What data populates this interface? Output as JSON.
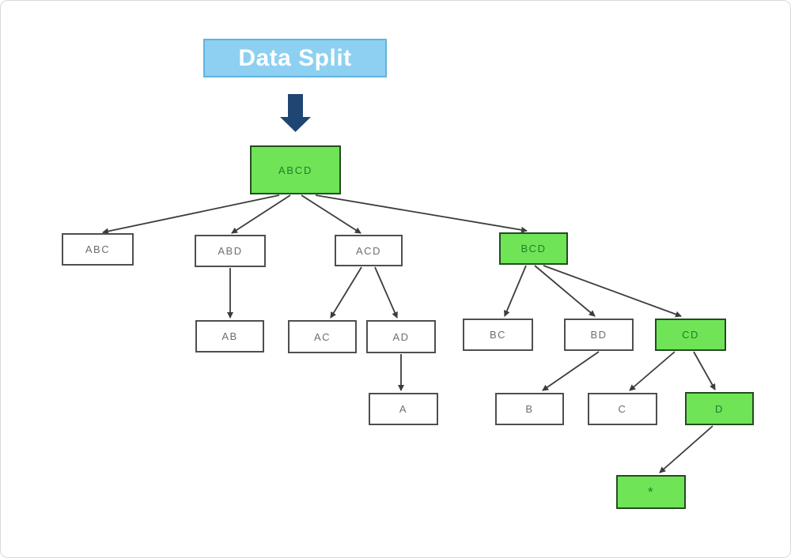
{
  "diagram": {
    "title": "Data Split",
    "flow_icon": "down-block-arrow",
    "nodes": [
      {
        "id": "ABCD",
        "label": "ABCD",
        "highlighted": true
      },
      {
        "id": "ABC",
        "label": "ABC",
        "highlighted": false
      },
      {
        "id": "ABD",
        "label": "ABD",
        "highlighted": false
      },
      {
        "id": "ACD",
        "label": "ACD",
        "highlighted": false
      },
      {
        "id": "BCD",
        "label": "BCD",
        "highlighted": true
      },
      {
        "id": "AB",
        "label": "AB",
        "highlighted": false
      },
      {
        "id": "AC",
        "label": "AC",
        "highlighted": false
      },
      {
        "id": "AD",
        "label": "AD",
        "highlighted": false
      },
      {
        "id": "BC",
        "label": "BC",
        "highlighted": false
      },
      {
        "id": "BD",
        "label": "BD",
        "highlighted": false
      },
      {
        "id": "CD",
        "label": "CD",
        "highlighted": true
      },
      {
        "id": "A",
        "label": "A",
        "highlighted": false
      },
      {
        "id": "B",
        "label": "B",
        "highlighted": false
      },
      {
        "id": "C",
        "label": "C",
        "highlighted": false
      },
      {
        "id": "D",
        "label": "D",
        "highlighted": true
      },
      {
        "id": "STAR",
        "label": "*",
        "highlighted": true
      }
    ],
    "edges": [
      {
        "from": "ABCD",
        "to": "ABC"
      },
      {
        "from": "ABCD",
        "to": "ABD"
      },
      {
        "from": "ABCD",
        "to": "ACD"
      },
      {
        "from": "ABCD",
        "to": "BCD"
      },
      {
        "from": "ABD",
        "to": "AB"
      },
      {
        "from": "ACD",
        "to": "AC"
      },
      {
        "from": "ACD",
        "to": "AD"
      },
      {
        "from": "AD",
        "to": "A"
      },
      {
        "from": "BCD",
        "to": "BC"
      },
      {
        "from": "BCD",
        "to": "BD"
      },
      {
        "from": "BCD",
        "to": "CD"
      },
      {
        "from": "BD",
        "to": "B"
      },
      {
        "from": "CD",
        "to": "C"
      },
      {
        "from": "CD",
        "to": "D"
      },
      {
        "from": "D",
        "to": "STAR"
      }
    ]
  },
  "colors": {
    "page_bg": "#ffffff",
    "frame_border": "#d7dade",
    "title_fill": "#8dd0f2",
    "title_border": "#5fb4e0",
    "title_text": "#ffffff",
    "flow_arrow": "#1f4672",
    "node_fill": "#ffffff",
    "node_border": "#4f4f4f",
    "node_text": "#6e6e6e",
    "highlight_fill": "#6fe457",
    "highlight_border": "#234d20",
    "highlight_text": "#1f7e2a",
    "edge": "#3c3c3c"
  }
}
